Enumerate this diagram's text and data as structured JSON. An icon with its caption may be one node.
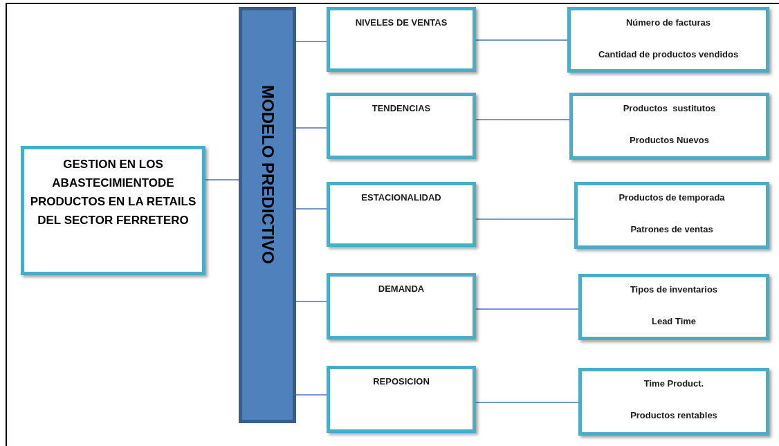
{
  "diagram": {
    "nodes": [
      {
        "text": [
          "GESTION EN LOS ABASTECIMIENTODE PRODUCTOS EN LA RETAILS DEL SECTOR FERRETERO"
        ]
      },
      {
        "text": [
          "MODELO PREDICTIVO"
        ]
      },
      {
        "text": [
          "NIVELES DE VENTAS"
        ]
      },
      {
        "text": [
          "TENDENCIAS"
        ]
      },
      {
        "text": [
          "ESTACIONALIDAD"
        ]
      },
      {
        "text": [
          "DEMANDA"
        ]
      },
      {
        "text": [
          "REPOSICION"
        ]
      },
      {
        "text": [
          "Número de facturas",
          "Cantidad de productos vendidos"
        ]
      },
      {
        "text": [
          "Productos  sustitutos",
          "Productos Nuevos"
        ]
      },
      {
        "text": [
          "Productos de temporada",
          "Patrones de ventas"
        ]
      },
      {
        "text": [
          "Tipos de inventarios",
          "Lead Time"
        ]
      },
      {
        "text": [
          "Time Product.",
          "Productos rentables"
        ]
      }
    ],
    "edges": [
      {
        "from": 0,
        "to": 1,
        "arrow": "none"
      },
      {
        "from": 1,
        "to": 2,
        "arrow": "none"
      },
      {
        "from": 1,
        "to": 3,
        "arrow": "none"
      },
      {
        "from": 1,
        "to": 4,
        "arrow": "none"
      },
      {
        "from": 1,
        "to": 5,
        "arrow": "none"
      },
      {
        "from": 1,
        "to": 6,
        "arrow": "none"
      },
      {
        "from": 2,
        "to": 7,
        "arrow": "none"
      },
      {
        "from": 3,
        "to": 8,
        "arrow": "none"
      },
      {
        "from": 4,
        "to": 9,
        "arrow": "none"
      },
      {
        "from": 5,
        "to": 10,
        "arrow": "none"
      },
      {
        "from": 6,
        "to": 11,
        "arrow": "none"
      }
    ]
  }
}
